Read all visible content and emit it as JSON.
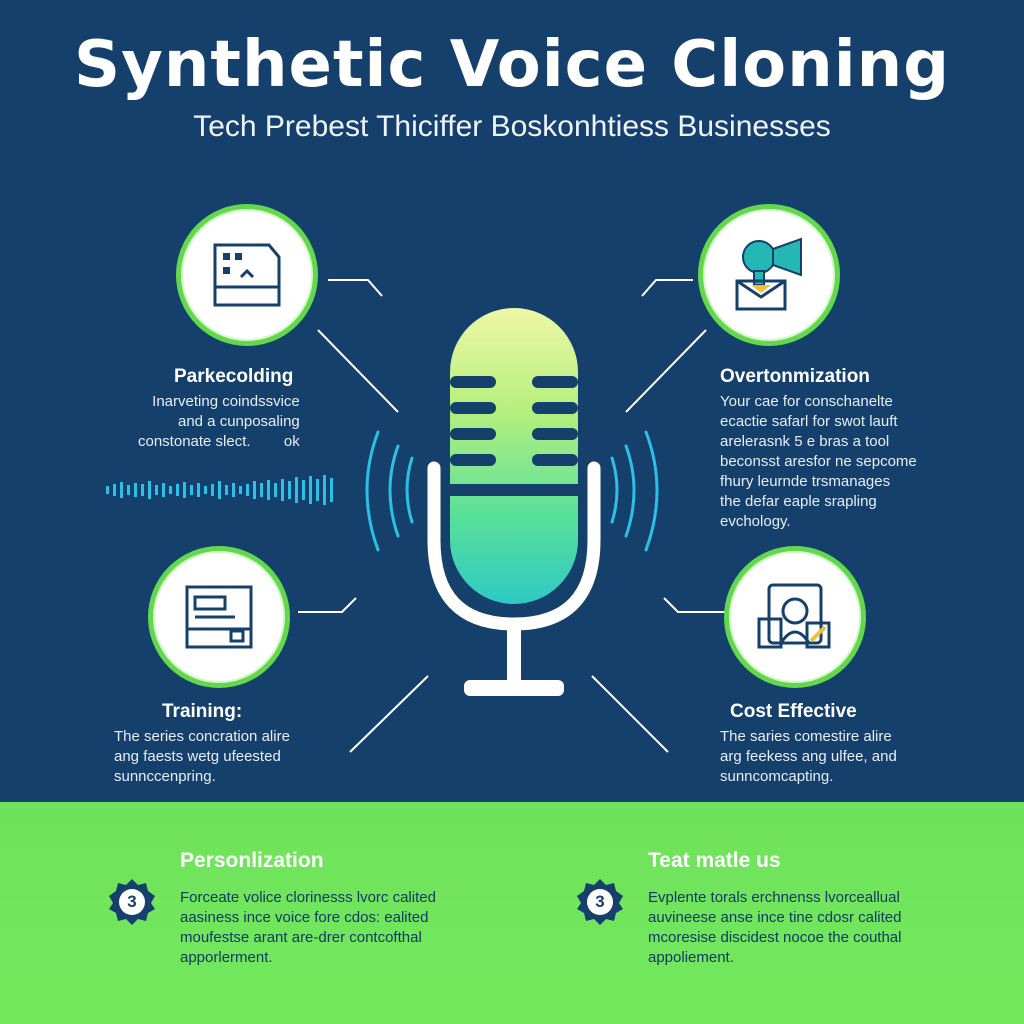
{
  "header": {
    "title": "Synthetic Voice Cloning",
    "subtitle": "Tech Prebest Thiciffer Boskonhtiess Businesses"
  },
  "features": [
    {
      "title": "Parkecolding",
      "icon": "document-chart-icon",
      "lines": [
        "Inarveting coindssvice",
        "and a cunposaling",
        "constonate slect.        ok"
      ]
    },
    {
      "title": "Overtonmization",
      "icon": "camera-robot-icon",
      "lines": [
        "Your cae for conschanelte",
        "ecactie safarl for swot lauft",
        "arelerasnk 5 e bras a tool",
        "beconsst aresfor ne sepcome",
        "fhury leurnde trsmanages",
        "the defar eaple srapling",
        "evchology."
      ]
    },
    {
      "title": "Training:",
      "icon": "id-card-icon",
      "lines": [
        "The series concration alire",
        "ang faests wetg ufeested",
        "sunnccenpring."
      ]
    },
    {
      "title": "Cost Effective",
      "icon": "face-id-icon",
      "lines": [
        "The saries comestire alire",
        "arg feekess ang ulfee, and",
        "sunncomcapting."
      ]
    }
  ],
  "cards": [
    {
      "title": "Personlization",
      "badge": "3",
      "lines": [
        "Forceate volice clorinesss lvorc calited",
        "aasiness ince voice fore cdos: ealited",
        "moufestse arant are-drer contcofthal",
        "apporlerment."
      ]
    },
    {
      "title": "Teat  matle us",
      "badge": "3",
      "lines": [
        "Evplente torals erchnenss lvorceallual",
        "auvineese anse ince tine cdosr calited",
        "mcoresise discidest nocoe the couthal",
        "appoliement."
      ]
    }
  ],
  "colors": {
    "navy": "#15406b",
    "green": "#6fe25b",
    "accent_blue": "#2bc0e8"
  }
}
